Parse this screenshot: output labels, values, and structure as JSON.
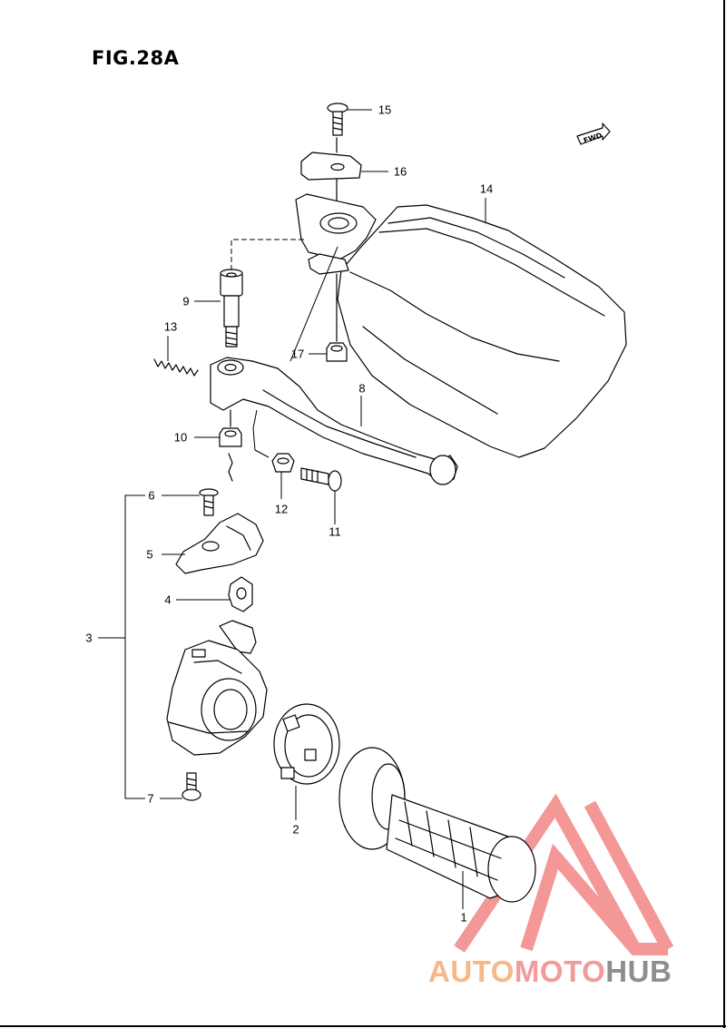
{
  "figure": {
    "title": "FIG.28A",
    "direction_badge": "FWD"
  },
  "callouts": [
    {
      "id": "1",
      "label": "1"
    },
    {
      "id": "2",
      "label": "2"
    },
    {
      "id": "3",
      "label": "3"
    },
    {
      "id": "4",
      "label": "4"
    },
    {
      "id": "5",
      "label": "5"
    },
    {
      "id": "6",
      "label": "6"
    },
    {
      "id": "7",
      "label": "7"
    },
    {
      "id": "8",
      "label": "8"
    },
    {
      "id": "9",
      "label": "9"
    },
    {
      "id": "10",
      "label": "10"
    },
    {
      "id": "11",
      "label": "11"
    },
    {
      "id": "12",
      "label": "12"
    },
    {
      "id": "13",
      "label": "13"
    },
    {
      "id": "14",
      "label": "14"
    },
    {
      "id": "15",
      "label": "15"
    },
    {
      "id": "16",
      "label": "16"
    },
    {
      "id": "17",
      "label": "17"
    }
  ],
  "watermark": {
    "text_part1": "AUTO",
    "text_part2": "MOTO",
    "text_part3": "HUB",
    "colors": {
      "part1": "#f7b889",
      "part2": "#f39a9a",
      "part3": "#8e8e8e",
      "logo": "#f28c8c"
    }
  }
}
